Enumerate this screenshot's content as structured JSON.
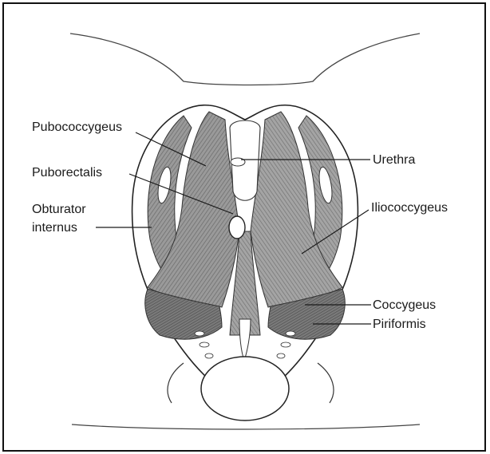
{
  "labels": {
    "pubococcygeus": "Pubococcygeus",
    "puborectalis": "Puborectalis",
    "obturator_line1": "Obturator",
    "obturator_line2": "internus",
    "urethra": "Urethra",
    "iliococcygeus": "Iliococcygeus",
    "coccygeus": "Coccygeus",
    "piriformis": "Piriformis"
  },
  "colors": {
    "muscle": "#8c8c8c",
    "muscle_dark": "#5e5e5e",
    "outline": "#2a2a2a"
  }
}
